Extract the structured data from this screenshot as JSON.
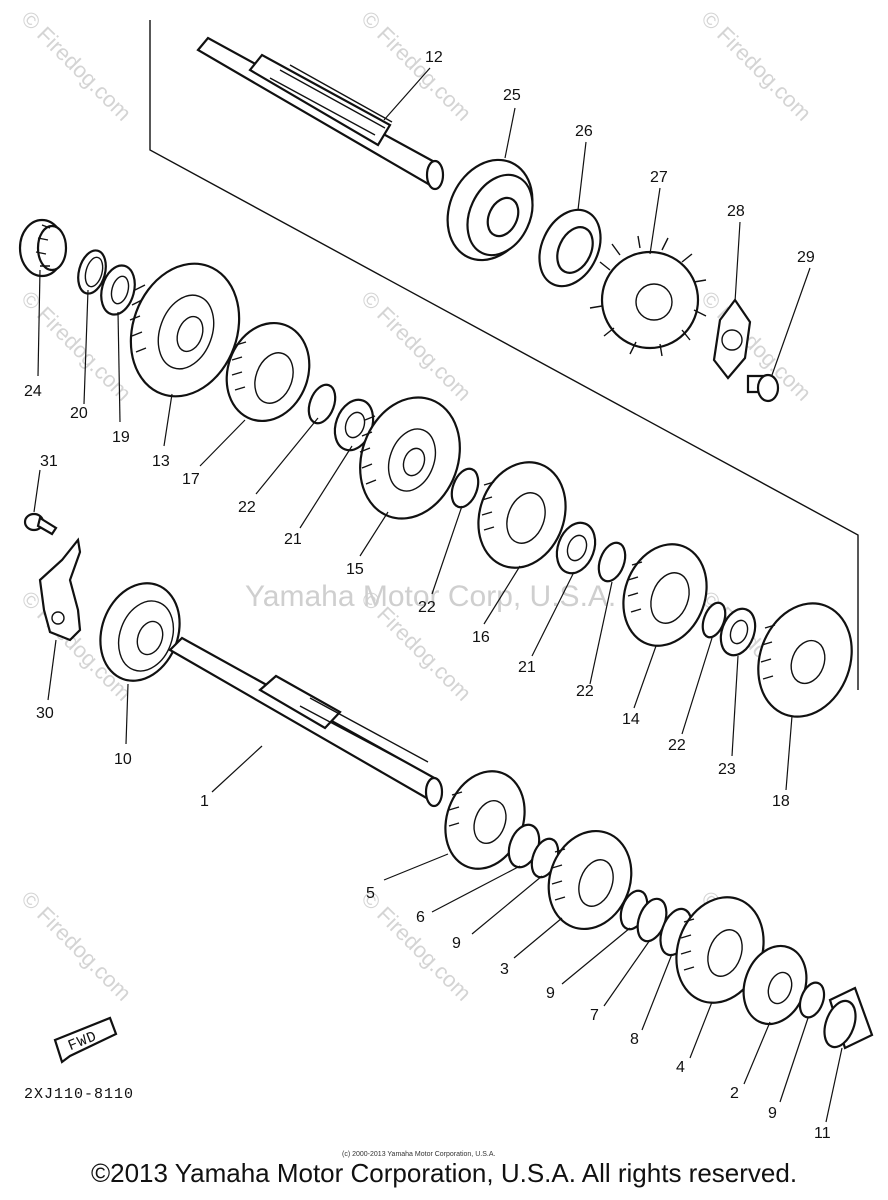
{
  "diagram": {
    "code": "2XJ110-8110",
    "fwd_label": "FWD",
    "center_watermark": "Yamaha Motor Corp, U.S.A.",
    "watermark_text": "© Firedog.com",
    "small_copyright": "(c) 2000-2013 Yamaha Motor Corporation, U.S.A.",
    "copyright": "©2013 Yamaha Motor Corporation, U.S.A. All rights reserved."
  },
  "parts": [
    {
      "id": "p12",
      "label": "12"
    },
    {
      "id": "p25",
      "label": "25"
    },
    {
      "id": "p26",
      "label": "26"
    },
    {
      "id": "p27",
      "label": "27"
    },
    {
      "id": "p28",
      "label": "28"
    },
    {
      "id": "p29",
      "label": "29"
    },
    {
      "id": "p24",
      "label": "24"
    },
    {
      "id": "p20",
      "label": "20"
    },
    {
      "id": "p19",
      "label": "19"
    },
    {
      "id": "p13",
      "label": "13"
    },
    {
      "id": "p17",
      "label": "17"
    },
    {
      "id": "p22a",
      "label": "22"
    },
    {
      "id": "p21a",
      "label": "21"
    },
    {
      "id": "p15",
      "label": "15"
    },
    {
      "id": "p22b",
      "label": "22"
    },
    {
      "id": "p16",
      "label": "16"
    },
    {
      "id": "p21b",
      "label": "21"
    },
    {
      "id": "p22c",
      "label": "22"
    },
    {
      "id": "p14",
      "label": "14"
    },
    {
      "id": "p22d",
      "label": "22"
    },
    {
      "id": "p23",
      "label": "23"
    },
    {
      "id": "p18",
      "label": "18"
    },
    {
      "id": "p31",
      "label": "31"
    },
    {
      "id": "p30",
      "label": "30"
    },
    {
      "id": "p10",
      "label": "10"
    },
    {
      "id": "p1",
      "label": "1"
    },
    {
      "id": "p5",
      "label": "5"
    },
    {
      "id": "p6",
      "label": "6"
    },
    {
      "id": "p9a",
      "label": "9"
    },
    {
      "id": "p3",
      "label": "3"
    },
    {
      "id": "p9b",
      "label": "9"
    },
    {
      "id": "p7",
      "label": "7"
    },
    {
      "id": "p8",
      "label": "8"
    },
    {
      "id": "p4",
      "label": "4"
    },
    {
      "id": "p2",
      "label": "2"
    },
    {
      "id": "p9c",
      "label": "9"
    },
    {
      "id": "p11",
      "label": "11"
    }
  ]
}
